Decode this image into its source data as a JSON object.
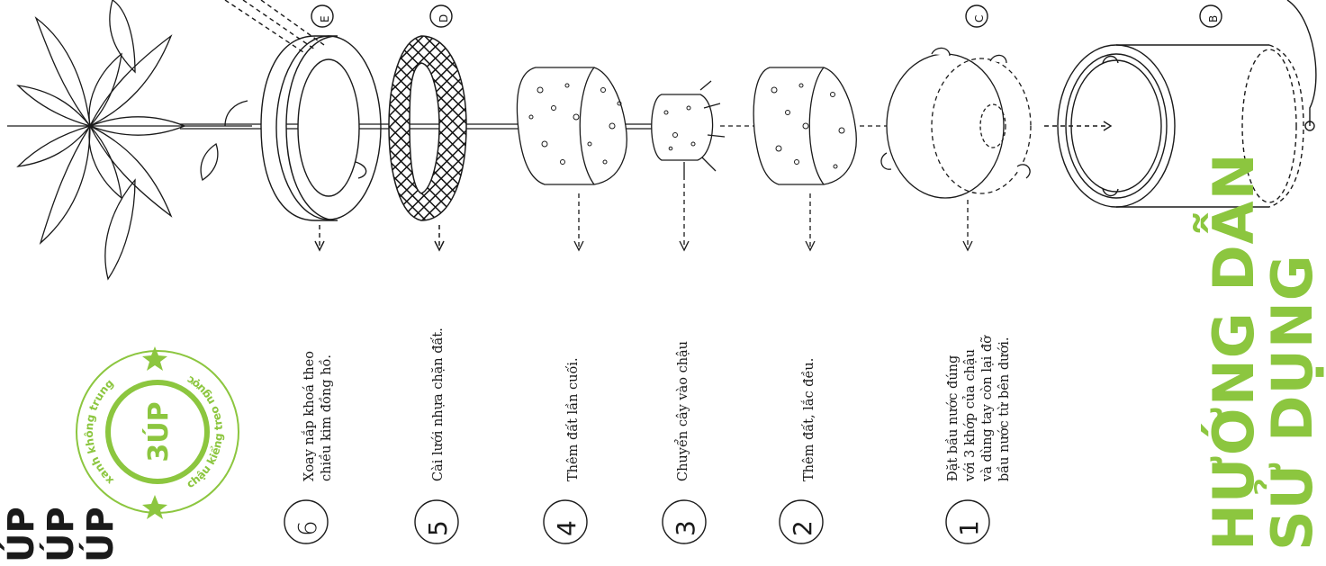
{
  "title": {
    "line1": "HƯỚNG DẪN",
    "line2": "SỬ DỤNG"
  },
  "logo": {
    "text": "ÚP\nÚP\nÚP"
  },
  "stamp": {
    "center": "3ÚP",
    "ring_top": "xanh không trung",
    "ring_bottom": "chậu kiểng treo ngược"
  },
  "parts": [
    {
      "id": "E",
      "label": "E"
    },
    {
      "id": "D",
      "label": "D"
    },
    {
      "id": "C",
      "label": "C"
    },
    {
      "id": "B",
      "label": "B"
    }
  ],
  "steps": [
    {
      "num": "6",
      "text": "Xoay nắp khoá theo\nchiều kim đồng hồ."
    },
    {
      "num": "5",
      "text": "Cài lưới nhựa chặn đất."
    },
    {
      "num": "4",
      "text": "Thêm đất lần cuối."
    },
    {
      "num": "3",
      "text": "Chuyển cây vào chậu"
    },
    {
      "num": "2",
      "text": "Thêm đất, lắc đều."
    },
    {
      "num": "1",
      "text": "Đặt bầu nước đúng\nvới 3 khớp của chậu\nvà dùng tay còn lại đỡ\nbầu nước từ bên dưới."
    }
  ],
  "colors": {
    "brand_green": "#8cc63f",
    "ink": "#1a1a1a"
  }
}
